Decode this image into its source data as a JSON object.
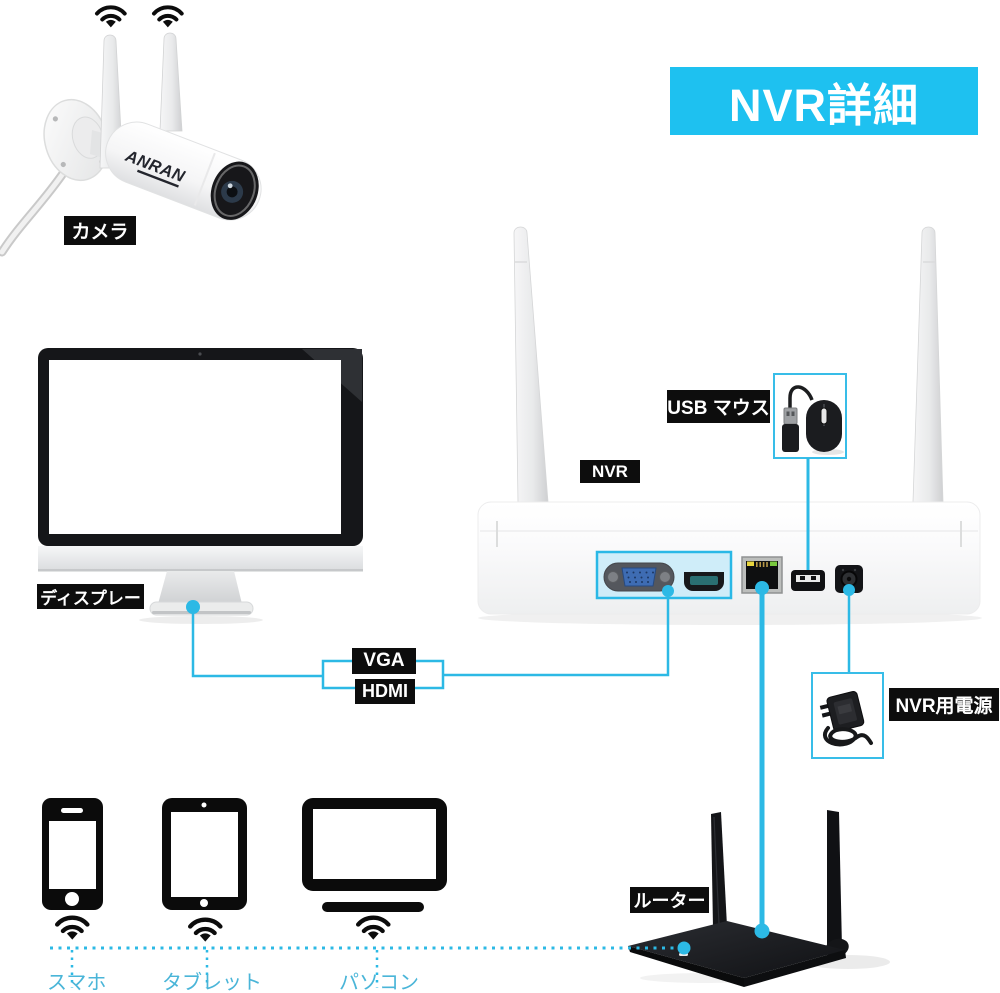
{
  "banner": {
    "title": "NVR詳細"
  },
  "camera": {
    "label": "カメラ",
    "brand": "ANRAN"
  },
  "display": {
    "label": "ディスプレー"
  },
  "nvr": {
    "label": "NVR"
  },
  "usb_mouse": {
    "label": "USB マウス"
  },
  "ports": {
    "vga": "VGA",
    "hdmi": "HDMI"
  },
  "power_adapter": {
    "label": "NVR用電源"
  },
  "router": {
    "label": "ルーター"
  },
  "client_devices": {
    "smartphone": "スマホ",
    "tablet": "タブレット",
    "pc": "パソコン"
  },
  "colors": {
    "accent_cyan": "#1ec1f0",
    "line_cyan": "#2cb9e5",
    "port_highlight_fill": "#cbecf9",
    "label_bg": "#0d0d0d",
    "label_text": "#ffffff",
    "device_label_text": "#4ab5d8"
  },
  "icons": {
    "wifi-icon": "two arcs with wedge dot",
    "camera-graphic": "wireless bullet camera with two antennas",
    "monitor-graphic": "desktop display",
    "nvr-graphic": "NVR box with two antennas",
    "usb-mouse-icon": "wired usb mouse",
    "power-adapter-icon": "wall power adapter with cable",
    "router-graphic": "two-antenna wifi router",
    "smartphone-icon": "smartphone outline",
    "tablet-icon": "tablet outline",
    "pc-icon": "computer monitor outline",
    "vga-port-icon": "blue DB15 connector",
    "hdmi-port-icon": "hdmi connector",
    "ethernet-port-icon": "rj45 jack with leds",
    "usb-port-icon": "usb-a port",
    "dc-power-port-icon": "dc barrel jack"
  }
}
